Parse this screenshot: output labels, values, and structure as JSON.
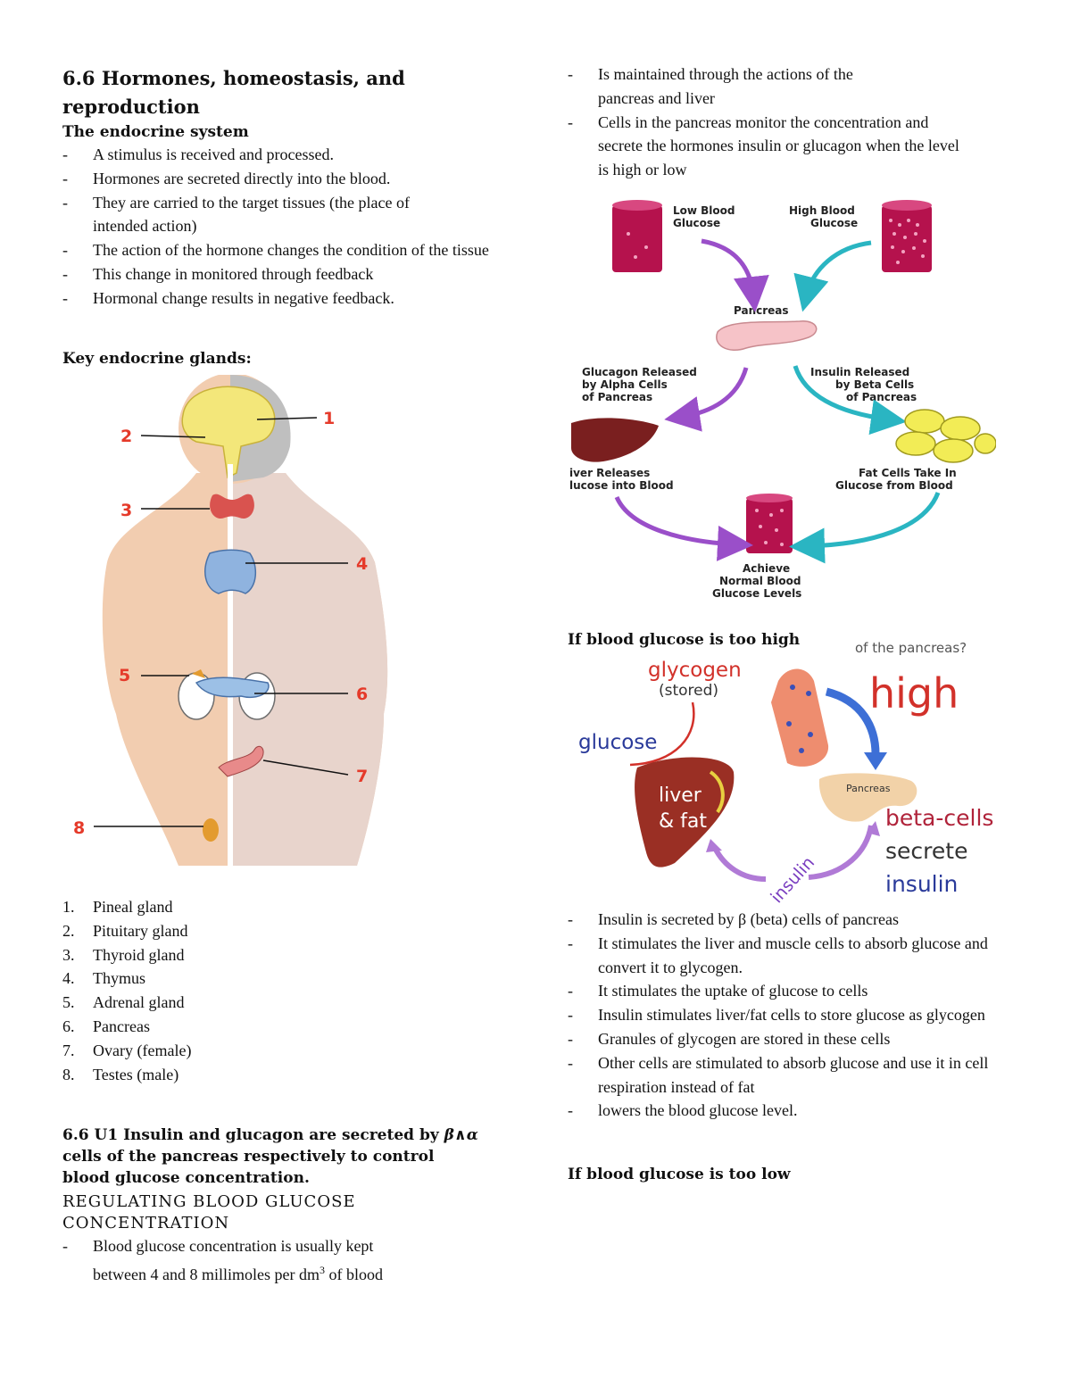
{
  "left": {
    "title": "6.6 Hormones, homeostasis, and reproduction",
    "endocrine_heading": "The endocrine system",
    "endocrine_points": [
      "A stimulus is received and processed.",
      "Hormones are secreted directly into the blood.",
      "They are carried to the target tissues (the place of intended action)",
      "The action of the hormone changes the condition of the tissue",
      "This change in monitored through feedback",
      "Hormonal change results in negative feedback."
    ],
    "glands_heading": "Key endocrine glands:",
    "diagram_labels": [
      "1",
      "2",
      "3",
      "4",
      "5",
      "6",
      "7",
      "8"
    ],
    "glands": [
      {
        "n": "1.",
        "name": "Pineal gland"
      },
      {
        "n": "2.",
        "name": "Pituitary gland"
      },
      {
        "n": "3.",
        "name": "Thyroid gland"
      },
      {
        "n": "4.",
        "name": "Thymus"
      },
      {
        "n": "5.",
        "name": "Adrenal gland"
      },
      {
        "n": "6.",
        "name": "Pancreas"
      },
      {
        "n": "7.",
        "name": "Ovary (female)"
      },
      {
        "n": "8.",
        "name": "Testes (male)"
      }
    ],
    "u1_prefix": "6.6 U1 Insulin and glucagon are secreted by ",
    "u1_greek": "β∧α",
    "u1_rest": "cells of the pancreas respectively to control blood glucose concentration.",
    "regulating_heading_1": "REGULATING BLOOD GLUCOSE",
    "regulating_heading_2": "CONCENTRATION",
    "reg_point_line1": "Blood glucose concentration is usually kept",
    "reg_point_line2": "between 4 and 8 millimoles per dm",
    "reg_point_sup": "3",
    "reg_point_tail": " of blood"
  },
  "right": {
    "top_points": [
      "Is maintained through the actions of the pancreas and liver",
      "Cells in the pancreas monitor the concentration and secrete the hormones insulin or glucagon when the level is high or low"
    ],
    "cycle_labels": {
      "low": [
        "Low Blood",
        "Glucose"
      ],
      "high": [
        "High Blood",
        "Glucose"
      ],
      "pancreas": "Pancreas",
      "glucagon": [
        "Glucagon Released",
        "by Alpha Cells",
        "of Pancreas"
      ],
      "insulin": [
        "Insulin Released",
        "by Beta Cells",
        "of Pancreas"
      ],
      "liver": [
        "iver Releases",
        "lucose into Blood"
      ],
      "fat": [
        "Fat Cells Take In",
        "Glucose from Blood"
      ],
      "normal": [
        "Achieve",
        "Normal Blood",
        "Glucose Levels"
      ]
    },
    "too_high_heading": "If blood glucose is too high",
    "high_diagram": {
      "cut_text": "of the pancreas?",
      "glycogen": "glycogen",
      "stored": "(stored)",
      "glucose": "glucose",
      "high": "high",
      "liver": "liver",
      "fat": "& fat",
      "pancreas": "Pancreas",
      "beta": "beta-cells",
      "secrete": "secrete",
      "insulin_word": "insulin",
      "insulin_arrow": "insulin"
    },
    "high_points": [
      "Insulin is secreted by β (beta) cells of pancreas",
      "It stimulates the liver and muscle cells to absorb glucose and convert it to glycogen.",
      "It stimulates the uptake of glucose to cells",
      "Insulin stimulates liver/fat cells to store glucose as glycogen",
      "Granules of glycogen are stored in these cells",
      "Other cells are stimulated to absorb glucose and use it in cell respiration instead of fat",
      "lowers the blood glucose level."
    ],
    "too_low_heading": "If blood glucose is too low"
  },
  "colors": {
    "red_label": "#e53a2a",
    "purple_arrow": "#9a4fc9",
    "teal_arrow": "#2ab5c2",
    "blood_tube": "#b5124d",
    "blue_arrow": "#3d6fd6"
  }
}
